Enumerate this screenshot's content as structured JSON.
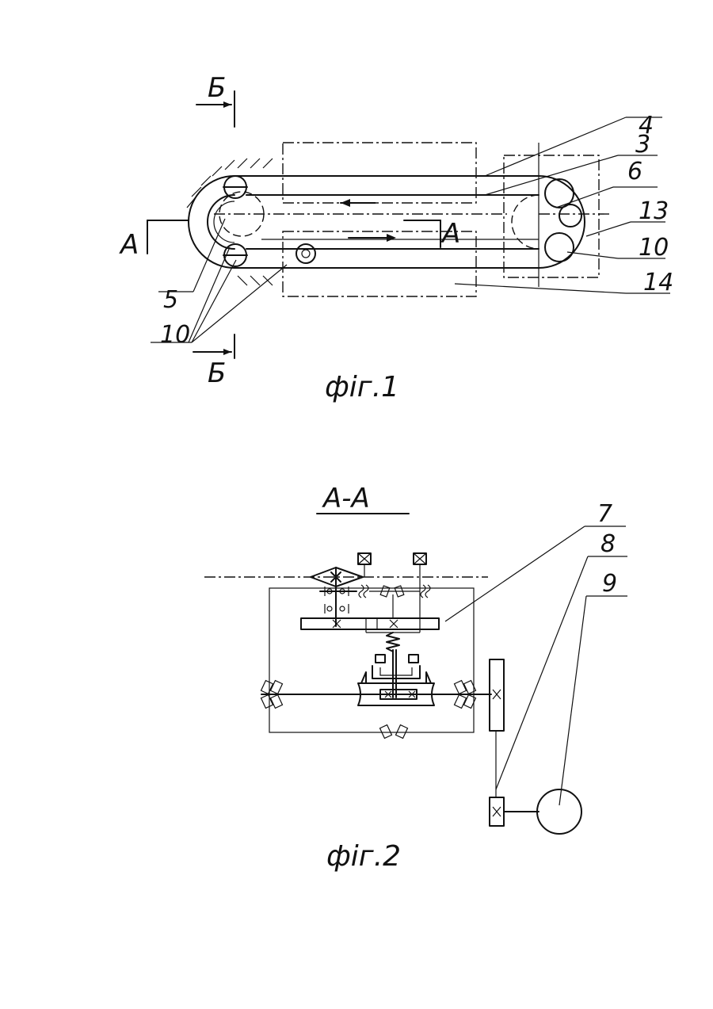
{
  "figure1": {
    "caption": "фiг.1",
    "labels": {
      "l4": "4",
      "l3": "3",
      "l6": "6",
      "l13": "13",
      "l10r": "10",
      "l14": "14",
      "l5": "5",
      "l10l": "10",
      "secA_left": "A",
      "secA_mid": "A",
      "secB_top": "Б",
      "secB_bottom": "Б"
    }
  },
  "figure2": {
    "title": "A-A",
    "caption": "фiг.2",
    "labels": {
      "l7": "7",
      "l8": "8",
      "l9": "9"
    }
  }
}
